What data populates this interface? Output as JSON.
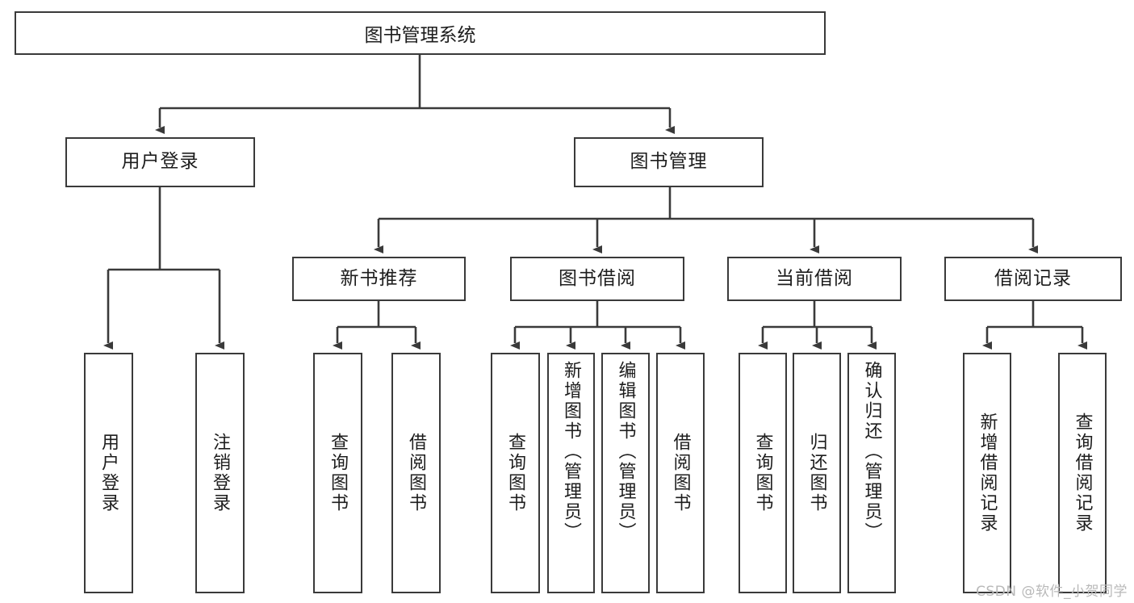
{
  "diagram": {
    "type": "tree",
    "title": "图书管理系统",
    "root": {
      "label": "图书管理系统"
    },
    "level2": [
      {
        "id": "user-login",
        "label": "用户登录"
      },
      {
        "id": "book-manage",
        "label": "图书管理"
      }
    ],
    "level3": [
      {
        "id": "new-book-recommend",
        "label": "新书推荐",
        "parent": "book-manage"
      },
      {
        "id": "book-borrow",
        "label": "图书借阅",
        "parent": "book-manage"
      },
      {
        "id": "current-borrow",
        "label": "当前借阅",
        "parent": "book-manage"
      },
      {
        "id": "borrow-record",
        "label": "借阅记录",
        "parent": "book-manage"
      }
    ],
    "leaves": {
      "user-login": [
        {
          "id": "leaf-user-login",
          "label": "用户登录"
        },
        {
          "id": "leaf-user-logout",
          "label": "注销登录"
        }
      ],
      "new-book-recommend": [
        {
          "id": "leaf-query-book-1",
          "label": "查询图书"
        },
        {
          "id": "leaf-borrow-book-1",
          "label": "借阅图书"
        }
      ],
      "book-borrow": [
        {
          "id": "leaf-query-book-2",
          "label": "查询图书"
        },
        {
          "id": "leaf-add-book",
          "label": "新增图书（管理员）"
        },
        {
          "id": "leaf-edit-book",
          "label": "编辑图书（管理员）"
        },
        {
          "id": "leaf-borrow-book-2",
          "label": "借阅图书"
        }
      ],
      "current-borrow": [
        {
          "id": "leaf-query-book-3",
          "label": "查询图书"
        },
        {
          "id": "leaf-return-book",
          "label": "归还图书"
        },
        {
          "id": "leaf-confirm-return",
          "label": "确认归还（管理员）"
        }
      ],
      "borrow-record": [
        {
          "id": "leaf-add-record",
          "label": "新增借阅记录"
        },
        {
          "id": "leaf-query-record",
          "label": "查询借阅记录"
        }
      ]
    }
  },
  "watermark": {
    "text": "CSDN @软件_小贺同学"
  },
  "colors": {
    "stroke": "#3a3a3a",
    "background": "#ffffff",
    "text": "#1d1d1d",
    "watermark": "#b9b9b9"
  }
}
